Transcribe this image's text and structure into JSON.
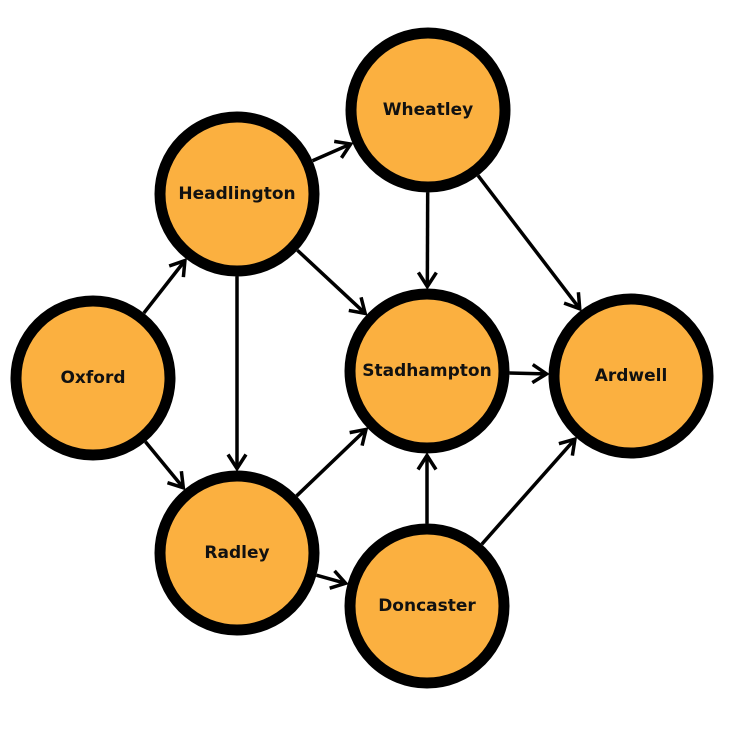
{
  "colors": {
    "node_fill": "#FBB040",
    "node_stroke": "#000000",
    "edge": "#000000",
    "text": "#111111"
  },
  "nodes": [
    {
      "id": "oxford",
      "label": "Oxford"
    },
    {
      "id": "headlington",
      "label": "Headlington"
    },
    {
      "id": "wheatley",
      "label": "Wheatley"
    },
    {
      "id": "stadhampton",
      "label": "Stadhampton"
    },
    {
      "id": "ardwell",
      "label": "Ardwell"
    },
    {
      "id": "radley",
      "label": "Radley"
    },
    {
      "id": "doncaster",
      "label": "Doncaster"
    }
  ],
  "edges": [
    {
      "from": "oxford",
      "to": "headlington"
    },
    {
      "from": "oxford",
      "to": "radley"
    },
    {
      "from": "headlington",
      "to": "wheatley"
    },
    {
      "from": "headlington",
      "to": "radley"
    },
    {
      "from": "headlington",
      "to": "stadhampton"
    },
    {
      "from": "wheatley",
      "to": "stadhampton"
    },
    {
      "from": "wheatley",
      "to": "ardwell"
    },
    {
      "from": "radley",
      "to": "stadhampton"
    },
    {
      "from": "radley",
      "to": "doncaster"
    },
    {
      "from": "stadhampton",
      "to": "ardwell"
    },
    {
      "from": "doncaster",
      "to": "stadhampton"
    },
    {
      "from": "doncaster",
      "to": "ardwell"
    }
  ]
}
